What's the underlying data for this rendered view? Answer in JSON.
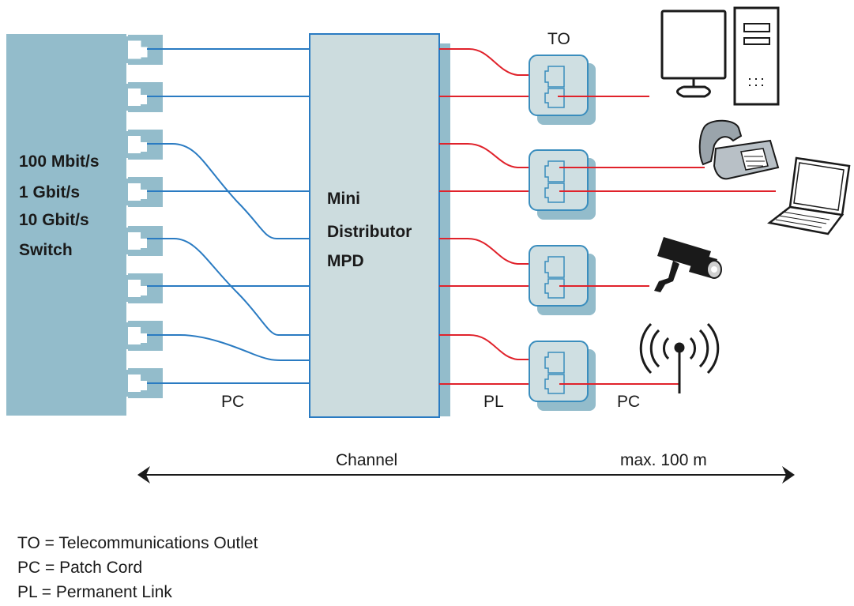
{
  "switch": {
    "lines": [
      "100 Mbit/s",
      "1 Gbit/s",
      "10 Gbit/s",
      "Switch"
    ]
  },
  "distributor": {
    "lines": [
      "Mini",
      "Distributor",
      "MPD"
    ]
  },
  "labels": {
    "to": "TO",
    "pc_left": "PC",
    "pl": "PL",
    "pc_right": "PC",
    "channel": "Channel",
    "max_length": "max. 100 m"
  },
  "legend": [
    "TO = Telecommunications Outlet",
    "PC = Patch Cord",
    "PL = Permanent Link"
  ],
  "devices": [
    "desktop-computer",
    "desk-telephone",
    "laptop",
    "surveillance-camera",
    "wireless-access-point"
  ],
  "colors": {
    "switch_fill": "#93bccb",
    "distributor_fill": "#ccdcde",
    "outlet_fill": "#cfdfe2",
    "outlet_border": "#3a8dbd",
    "blue_cable": "#2a7bc2",
    "red_cable": "#e0222b"
  }
}
